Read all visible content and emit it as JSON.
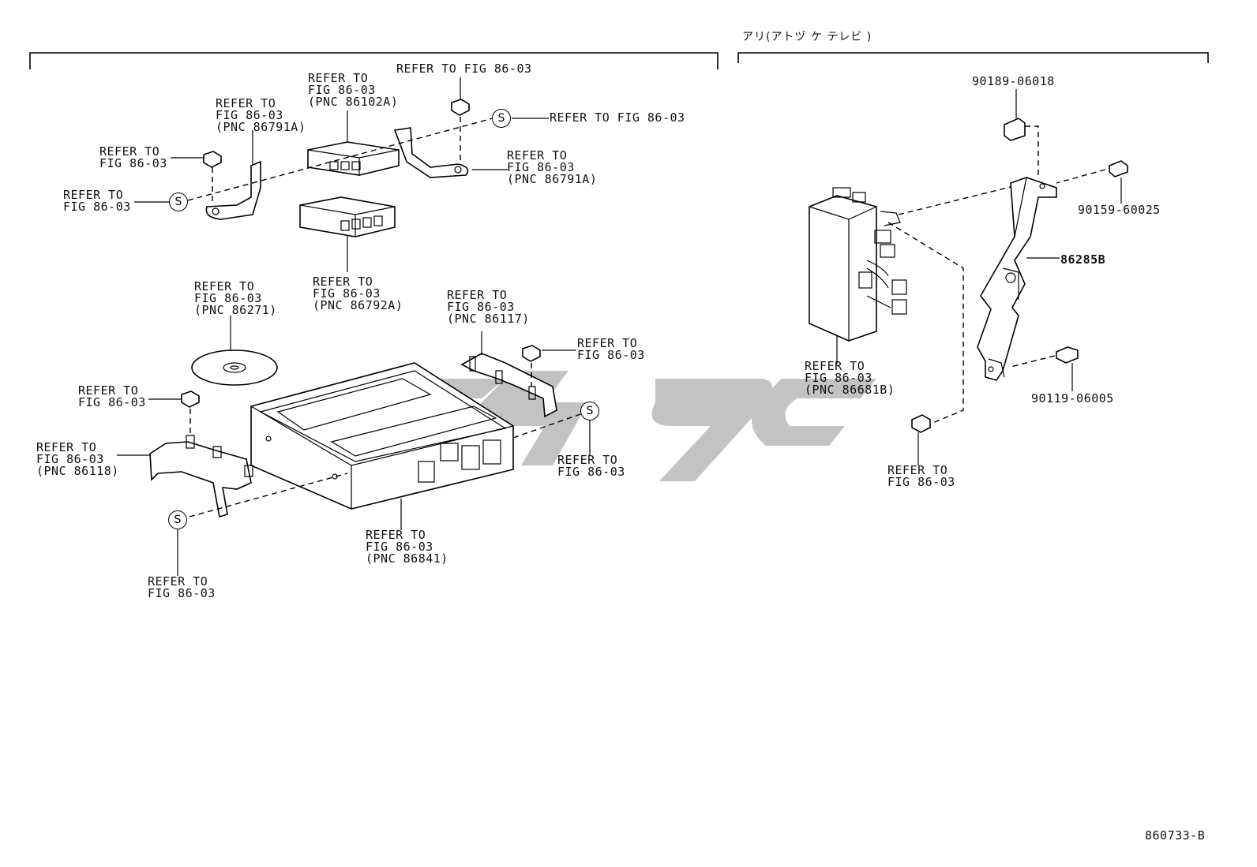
{
  "diagram": {
    "figure_id": "860733-B",
    "right_group_header": "アリ(アトヅ ケ テレビ )",
    "watermark": "CZ4 9C",
    "labels": {
      "l_refer_fig_top": "REFER TO FIG 86-03",
      "l_pnc_86102a": "REFER TO\nFIG 86-03\n(PNC 86102A)",
      "l_pnc_86791a_left": "REFER TO\nFIG 86-03\n(PNC 86791A)",
      "l_nut_left": "REFER TO\nFIG 86-03",
      "l_s_left": "REFER TO\nFIG 86-03",
      "l_s_right_top": "REFER TO FIG 86-03",
      "l_pnc_86791a_right": "REFER TO\nFIG 86-03\n(PNC 86791A)",
      "l_pnc_86792a": "REFER TO\nFIG 86-03\n(PNC 86792A)",
      "l_pnc_86271": "REFER TO\nFIG 86-03\n(PNC 86271)",
      "l_pnc_86117": "REFER TO\nFIG 86-03\n(PNC 86117)",
      "l_nut_mid_right": "REFER TO\nFIG 86-03",
      "l_nut_mid_left": "REFER TO\nFIG 86-03",
      "l_pnc_86118": "REFER TO\nFIG 86-03\n(PNC 86118)",
      "l_s_mid_right": "REFER TO\nFIG 86-03",
      "l_pnc_86841": "REFER TO\nFIG 86-03\n(PNC 86841)",
      "l_s_bottom": "REFER TO\nFIG 86-03",
      "l_pnc_86681b": "REFER TO\nFIG 86-03\n(PNC 86681B)",
      "l_nut_right_bottom": "REFER TO\nFIG 86-03"
    },
    "part_numbers": {
      "p_90189": "90189-06018",
      "p_90159": "90159-60025",
      "p_86285b": "86285B",
      "p_90119": "90119-06005"
    },
    "symbols": {
      "s_marker": "S"
    }
  }
}
